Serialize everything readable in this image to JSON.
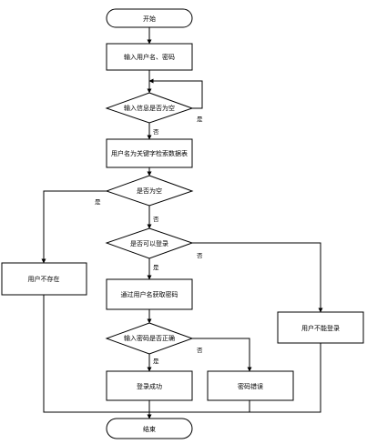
{
  "flowchart": {
    "nodes": {
      "start": "开始",
      "input": "输入用户名、密码",
      "check_empty": "输入信息是否为空",
      "search": "用户名为关键字检索数据表",
      "is_null": "是否为空",
      "can_login": "是否可以登录",
      "not_exist": "用户不存在",
      "get_pwd": "通过用户名获取密码",
      "cannot_login": "用户不能登录",
      "pwd_correct": "输入密码是否正确",
      "success": "登录成功",
      "pwd_error": "密码错误",
      "end": "结束"
    },
    "edge_labels": {
      "check_empty_yes": "是",
      "check_empty_no": "否",
      "is_null_yes": "是",
      "is_null_no": "否",
      "can_login_yes": "是",
      "can_login_no": "否",
      "pwd_correct_yes": "是",
      "pwd_correct_no": "否"
    }
  }
}
